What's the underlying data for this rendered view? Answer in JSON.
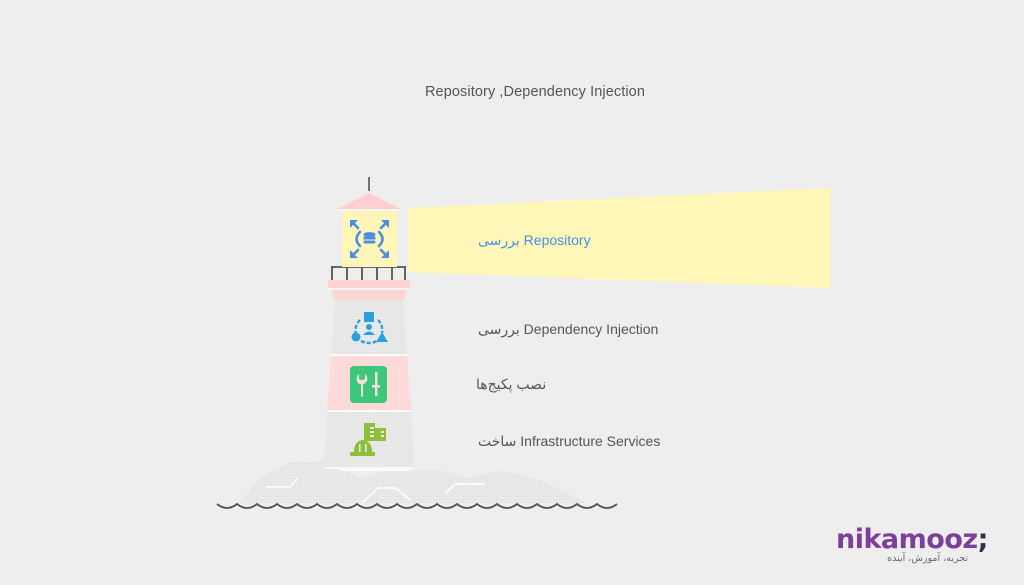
{
  "title": "Repository ,Dependency Injection",
  "colors": {
    "background": "#eeeeee",
    "beam": "#fff7b8",
    "lantern": "#fff6b7",
    "roof": "#ffcfcf",
    "band_pink": "#ffdede",
    "band_grey": "#e6e6e6",
    "icon_blue_repo": "#4a8ee8",
    "icon_blue_di": "#2aa0e0",
    "icon_green_packages": "#3cc77a",
    "icon_green_infra": "#8dbf3a",
    "wave": "#555555",
    "active_text": "#4a8ee8",
    "text": "#555555",
    "brand": "#7d3f98"
  },
  "steps": [
    {
      "label": "بررسی Repository",
      "icon": "database-expand-icon",
      "active": true
    },
    {
      "label": "بررسی Dependency Injection",
      "icon": "dependency-graph-icon",
      "active": false
    },
    {
      "label": "نصب پکیج‌ها",
      "icon": "tools-settings-icon",
      "active": false
    },
    {
      "label": "ساخت Infrastructure Services",
      "icon": "construction-building-icon",
      "active": false
    }
  ],
  "logo": {
    "wordmark": "nikamooz",
    "mark": ";",
    "tagline": "تجربه، آموزش، آینده"
  }
}
